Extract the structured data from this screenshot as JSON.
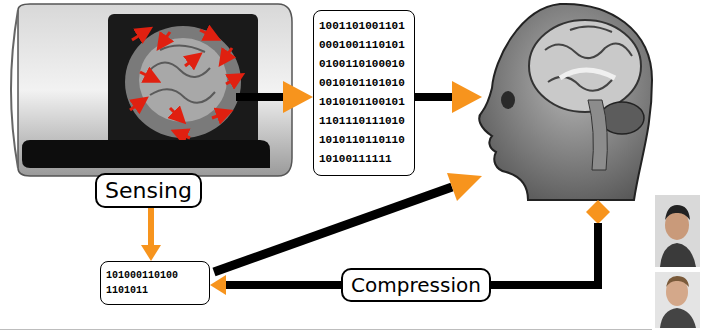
{
  "diagram": {
    "nodes": [
      {
        "text": [
          "1001101001101 0001001110101 0100110100010 0010101101010 1010101100101 1101110111010 1010110110110 10100111111"
        ]
      },
      {
        "text": [
          "Sensing"
        ]
      },
      {
        "text": [
          "101000110100 1101011"
        ]
      },
      {
        "text": [
          "Compression"
        ]
      }
    ],
    "edges": [
      {
        "from": 1,
        "to": 2,
        "arrow": "to"
      },
      {
        "from": 3,
        "to": 2,
        "arrow": "to"
      }
    ]
  }
}
